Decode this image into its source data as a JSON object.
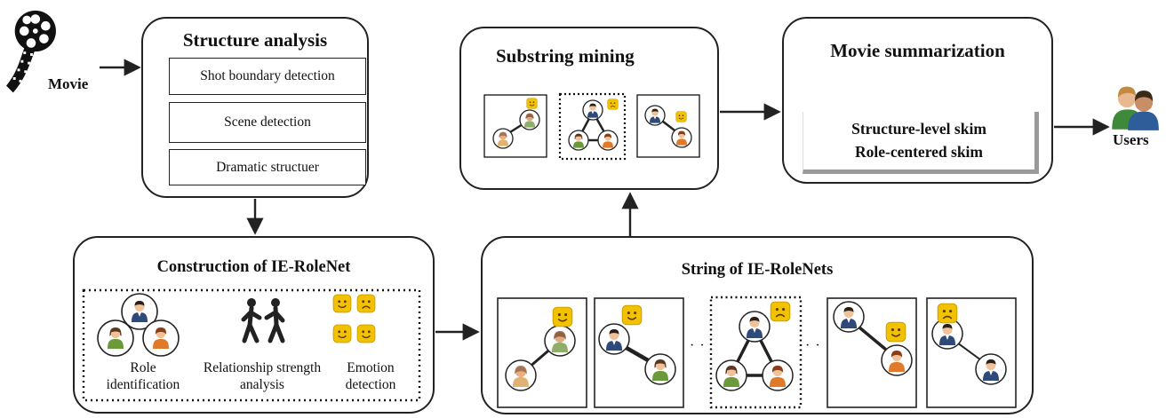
{
  "input_label": "Movie",
  "output_label": "Users",
  "structure": {
    "title": "Structure analysis",
    "steps": [
      "Shot boundary detection",
      "Scene detection",
      "Dramatic structuer"
    ]
  },
  "construction": {
    "title": "Construction of IE-RoleNet",
    "captions": {
      "role": "Role identification",
      "relationship": "Relationship strength analysis",
      "emotion": "Emotion detection"
    }
  },
  "string": {
    "title": "String of IE-RoleNets",
    "ellipsis": "· · ·"
  },
  "substring": {
    "title": "Substring mining"
  },
  "summary": {
    "title": "Movie summarization",
    "skims": [
      "Structure-level skim",
      "Role-centered skim"
    ]
  },
  "colors": {
    "stroke": "#222222",
    "smiley": "#f2c200",
    "person_blue": "#2f4a78",
    "person_green": "#6a9a3a",
    "person_orange": "#e07a2a",
    "skin": "#f0c29a",
    "skim_shadow": "#9a9a9a"
  }
}
